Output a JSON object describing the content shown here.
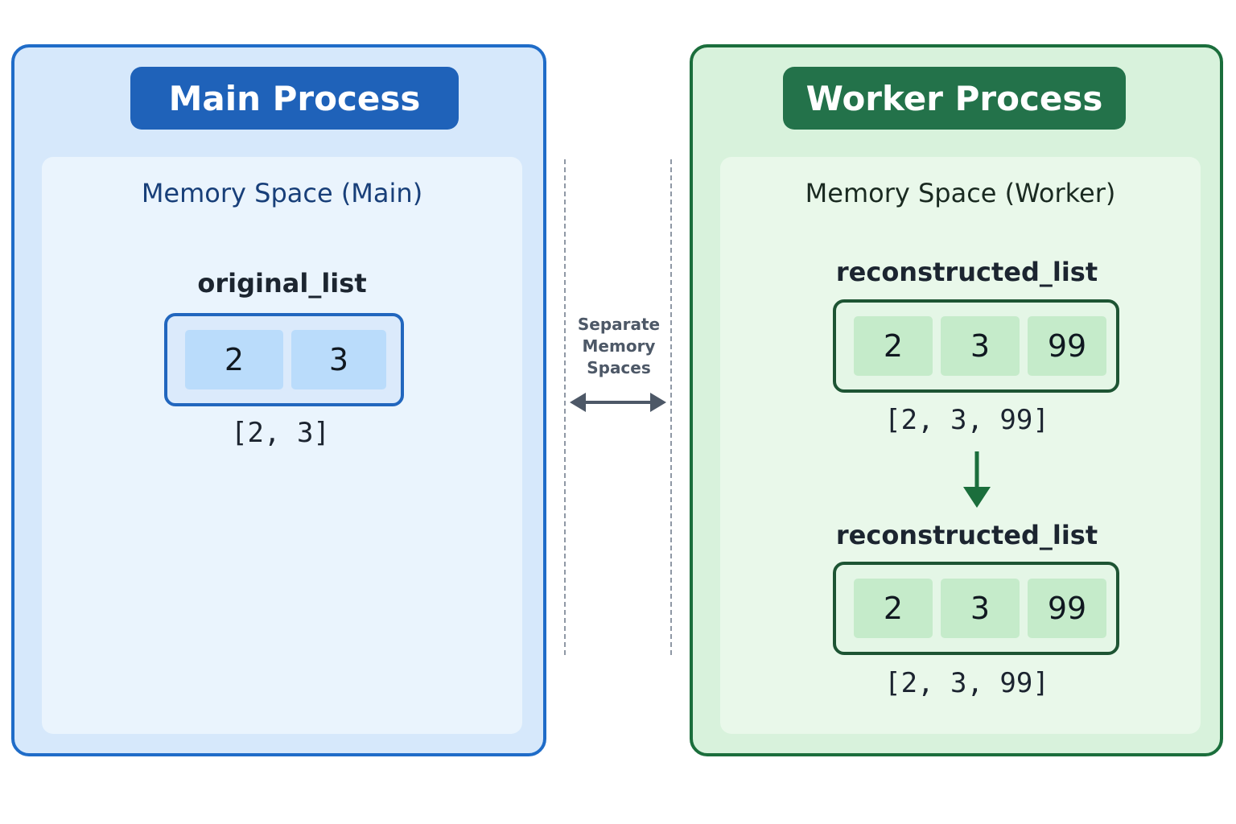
{
  "main": {
    "title": "Main Process",
    "memory_title": "Memory Space (Main)",
    "list": {
      "label": "original_list",
      "cells": [
        "2",
        "3"
      ],
      "repr": "[2, 3]"
    }
  },
  "separator": {
    "label_lines": [
      "Separate",
      "Memory",
      "Spaces"
    ]
  },
  "worker": {
    "title": "Worker Process",
    "memory_title": "Memory Space (Worker)",
    "lists": [
      {
        "label": "reconstructed_list",
        "cells": [
          "2",
          "3",
          "99"
        ],
        "repr": "[2, 3, 99]"
      },
      {
        "label": "reconstructed_list",
        "cells": [
          "2",
          "3",
          "99"
        ],
        "repr": "[2, 3, 99]"
      }
    ]
  },
  "colors": {
    "main_accent": "#1f62b9",
    "worker_accent": "#23724a",
    "arrow": "#4d5867"
  }
}
